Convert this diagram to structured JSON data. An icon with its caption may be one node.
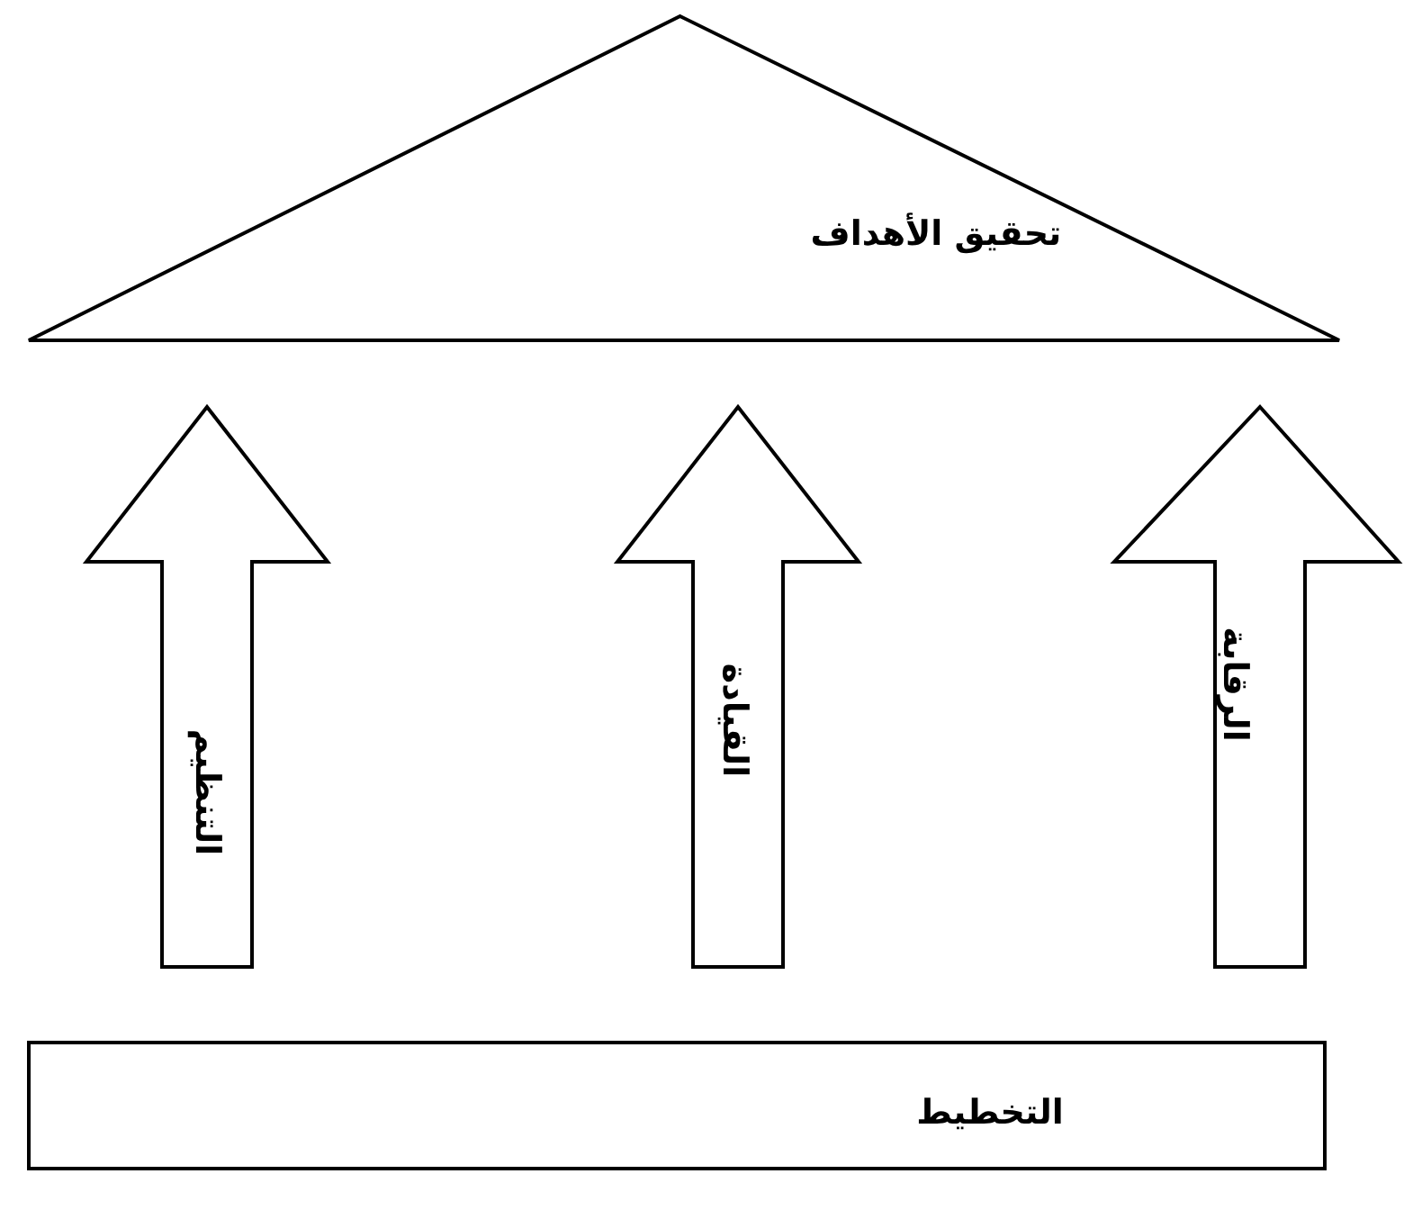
{
  "diagram": {
    "nodes": [
      {
        "text": [
          "تحقيق الأهداف"
        ]
      },
      {
        "text": [
          "التنظيم"
        ]
      },
      {
        "text": [
          "القيادة"
        ]
      },
      {
        "text": [
          "الرقابة"
        ]
      },
      {
        "text": [
          "التخطيط"
        ]
      }
    ]
  }
}
